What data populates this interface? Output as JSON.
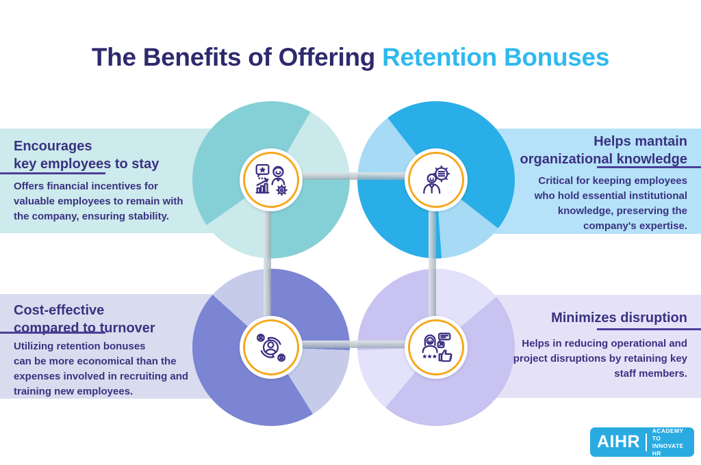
{
  "title": {
    "text_dark": "The Benefits of Offering",
    "text_accent": "Retention Bonuses"
  },
  "sections": [
    {
      "position": "top-left",
      "heading": "Encourages\nkey employees to stay",
      "body": "Offers financial incentives for\nvaluable employees to remain with\nthe company, ensuring stability.",
      "icon": "employee-stay-icon",
      "band_color": "#cdeaec",
      "circle_color": "#85d0d6",
      "wedge_color": "#c9e9ea"
    },
    {
      "position": "top-right",
      "heading": "Helps mantain\norganizational knowledge",
      "body": "Critical for keeping employees\nwho hold essential institutional\nknowledge, preserving the\ncompany's expertise.",
      "icon": "organizational-knowledge-icon",
      "band_color": "#b5e2f8",
      "circle_color": "#29aee8",
      "wedge_color": "#a6daf5"
    },
    {
      "position": "bottom-left",
      "heading": "Cost-effective\ncompared to turnover",
      "body": "Utilizing retention bonuses\ncan be more economical than the\nexpenses involved in recruiting and\ntraining new employees.",
      "icon": "turnover-cost-icon",
      "band_color": "#d9dcee",
      "circle_color": "#7b85d3",
      "wedge_color": "#c6cbe9"
    },
    {
      "position": "bottom-right",
      "heading": "Minimizes disruption",
      "body": "Helps in reducing operational and\nproject disruptions by retaining key\nstaff members.",
      "icon": "minimize-disruption-icon",
      "band_color": "#e5e2f8",
      "circle_color": "#c8c3f0",
      "wedge_color": "#e4e1fa"
    }
  ],
  "logo": {
    "name": "AIHR",
    "tagline": "ACADEMY TO\nINNOVATE HR",
    "color": "#29abe2"
  },
  "theme_colors": {
    "title_dark": "#2f2a6d",
    "title_accent": "#2fb9ee",
    "text": "#3a3181",
    "underline": "#4b3f98",
    "ring_orange": "#f5a81c",
    "connector_gray": "#aab6bc"
  }
}
